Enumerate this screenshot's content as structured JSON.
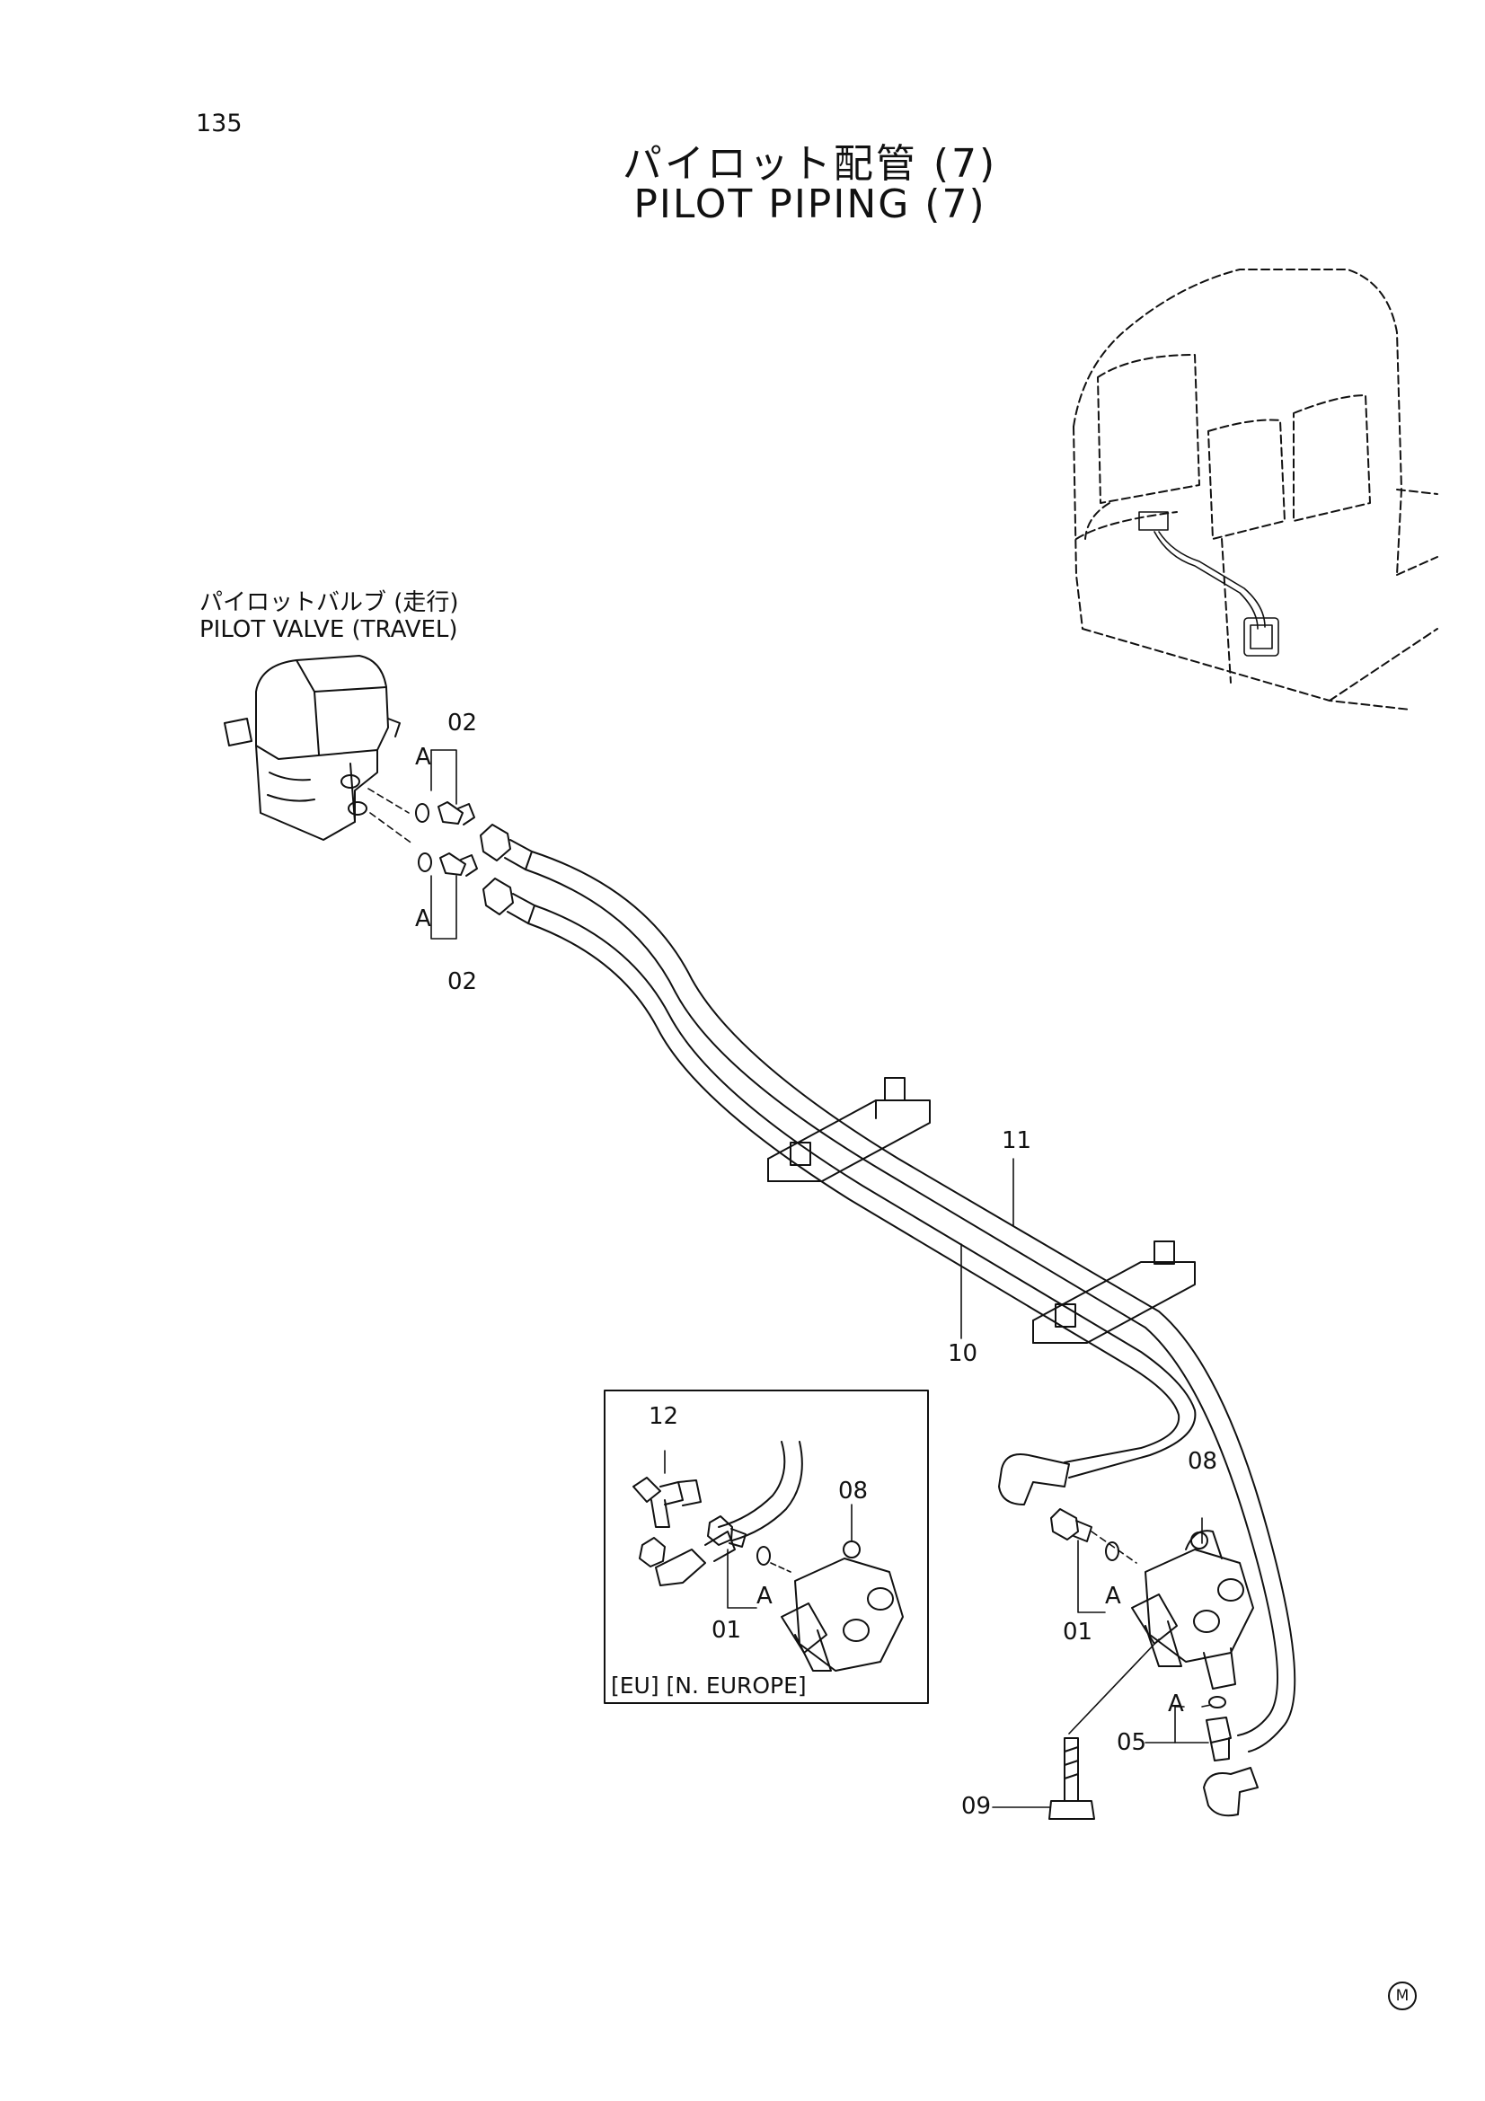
{
  "page_number": "135",
  "title_jp": "パイロット配管 (7)",
  "title_en": "PILOT PIPING (7)",
  "component_label_jp": "パイロットバルブ (走行)",
  "component_label_en": "PILOT VALVE (TRAVEL)",
  "callouts": {
    "c02_top": "02",
    "c02_bottom": "02",
    "cA_top": "A",
    "cA_bottom": "A",
    "c11": "11",
    "c10": "10",
    "c12": "12",
    "c08_inset": "08",
    "cA_inset": "A",
    "c01_inset": "01",
    "c08": "08",
    "cA_main": "A",
    "c01": "01",
    "cA_05": "A",
    "c05": "05",
    "c09": "09"
  },
  "inset_caption": "[EU] [N. EUROPE]",
  "marker": "M"
}
